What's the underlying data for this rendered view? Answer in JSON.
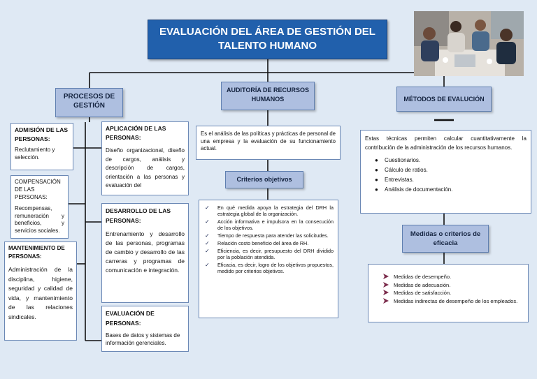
{
  "title": {
    "line1": "EVALUACIÓN DEL ÁREA DE GESTIÓN DEL",
    "line2": "TALENTO HUMANO"
  },
  "procesos": {
    "header": "PROCESOS DE GESTIÓN",
    "admision": {
      "title": "ADMISIÓN DE LAS PERSONAS:",
      "body": "Reclutamiento y selección."
    },
    "compensacion": {
      "title": "COMPENSACIÓN DE LAS PERSONAS:",
      "body": "Recompensas, remuneración y beneficios, y servicios sociales."
    },
    "mantenimiento": {
      "title": "MANTENIMIENTO DE PERSONAS:",
      "body": "Administración de la disciplina, higiene, seguridad y calidad de vida, y mantenimiento de las relaciones sindicales."
    },
    "aplicacion": {
      "title": "APLICACIÓN DE LAS PERSONAS:",
      "body": "Diseño organizacional, diseño de cargos, análisis y descripción de cargos, orientación a las personas y evaluación del"
    },
    "desarrollo": {
      "title": "DESARROLLO DE LAS PERSONAS:",
      "body": "Entrenamiento y desarrollo de las personas, programas de cambio y desarrollo de las carreras y programas de comunicación e integración."
    },
    "evaluacion": {
      "title": "EVALUACIÓN DE PERSONAS:",
      "body": "Bases de datos y sistemas de información gerenciales."
    }
  },
  "auditoria": {
    "header": "AUDITORÍA DE RECURSOS HUMANOS",
    "definition": "Es el análisis de las políticas y prácticas de personal de una empresa y la evaluación de su funcionamiento actual.",
    "criterios_header": "Criterios objetivos",
    "criterios": [
      "En qué medida apoya la estrategia del DRH la estrategia global de la organización.",
      "Acción informativa e impulsora en la consecución de los objetivos.",
      "Tiempo de respuesta para atender las solicitudes.",
      "Relación costo beneficio del área de RH.",
      "Eficiencia, es decir, presupuesto del DRH dividido por la población atendida.",
      "Eficacia, es decir, logro de los objetivos propuestos, medido por criterios objetivos."
    ]
  },
  "metodos": {
    "header": "MÉTODOS DE EVALUCIÓN",
    "intro": "Estas técnicas permiten calcular cuantitativamente la contribución de la administración de los recursos humanos.",
    "items": [
      "Cuestionarios.",
      "Cálculo de ratios.",
      "Entrevistas.",
      "Análisis de documentación."
    ],
    "medidas_header": "Medidas o criterios de eficacia",
    "medidas": [
      "Medidas de desempeño.",
      "Medidas de adecuación.",
      "Medidas de satisfacción.",
      "Medidas indirectas de desempeño de los empleados."
    ]
  },
  "colors": {
    "title_bg": "#2160ac",
    "header_bg": "#aebfe0",
    "line": "#111111",
    "page_bg": "#dfe9f4"
  },
  "icons": {
    "photo": "team-meeting-photo",
    "check": "check-icon",
    "bullet": "bullet-icon",
    "arrow": "arrow-bullet-icon"
  }
}
